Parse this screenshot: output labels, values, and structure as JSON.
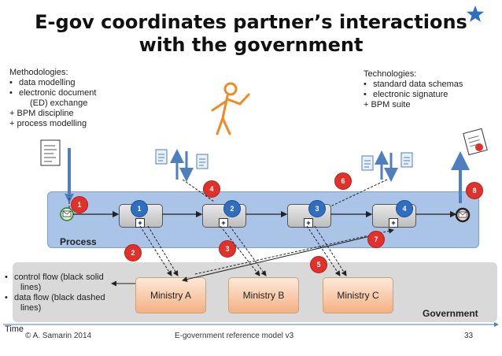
{
  "title": {
    "line1": "E-gov coordinates partner’s interactions",
    "line2": "with the government"
  },
  "methodologies": {
    "heading": "Methodologies:",
    "item1": "data modelling",
    "item2a": "electronic document",
    "item2b": "(ED) exchange",
    "plus1": "+ BPM discipline",
    "plus2": "+ process modelling"
  },
  "technologies": {
    "heading": "Technologies:",
    "item1": "standard data schemas",
    "item2": "electronic signature",
    "plus1": "+ BPM suite"
  },
  "lanes": {
    "process": "Process",
    "government": "Government"
  },
  "tasks": [
    {
      "number": "1"
    },
    {
      "number": "2"
    },
    {
      "number": "3"
    },
    {
      "number": "4"
    }
  ],
  "task_marker": "+",
  "red_markers": [
    "1",
    "2",
    "3",
    "4",
    "5",
    "6",
    "7",
    "8"
  ],
  "ministries": [
    "Ministry A",
    "Ministry B",
    "Ministry C"
  ],
  "legend": {
    "item1a": "control flow (black solid",
    "item1b": "lines)",
    "item2a": "data flow (black dashed",
    "item2b": "lines)"
  },
  "time_label": "Time",
  "footer": {
    "author": "© A. Samarin 2014",
    "center": "E-government reference model v3",
    "page": "33"
  },
  "colors": {
    "process_lane": "#a9c4e6",
    "government_lane": "#d9d9d9",
    "ministry_fill": "#f4b183",
    "marker_red": "#e0322a",
    "marker_blue": "#2f6ec0",
    "person": "#f08a24",
    "arrow_blue": "#4f7fbf",
    "star": "#2f6ec0"
  },
  "icons": [
    "star-icon",
    "person-icon",
    "document-icon",
    "envelope-icon",
    "stamped-document-icon"
  ]
}
